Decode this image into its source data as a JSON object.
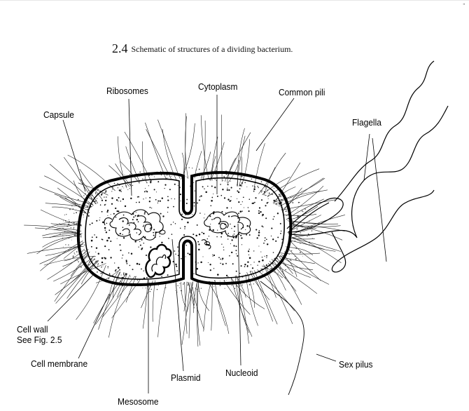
{
  "figure": {
    "number": "2.4",
    "caption": "Schematic of structures of a dividing bacterium."
  },
  "labels": {
    "ribosomes": "Ribosomes",
    "cytoplasm": "Cytoplasm",
    "common_pili": "Common pili",
    "capsule": "Capsule",
    "flagella": "Flagella",
    "cell_wall_line1": "Cell wall",
    "cell_wall_line2": "See Fig. 2.5",
    "cell_membrane": "Cell membrane",
    "plasmid": "Plasmid",
    "nucleoid": "Nucleoid",
    "sex_pilus": "Sex pilus",
    "mesosome": "Mesosome"
  },
  "corner_mark": "\""
}
